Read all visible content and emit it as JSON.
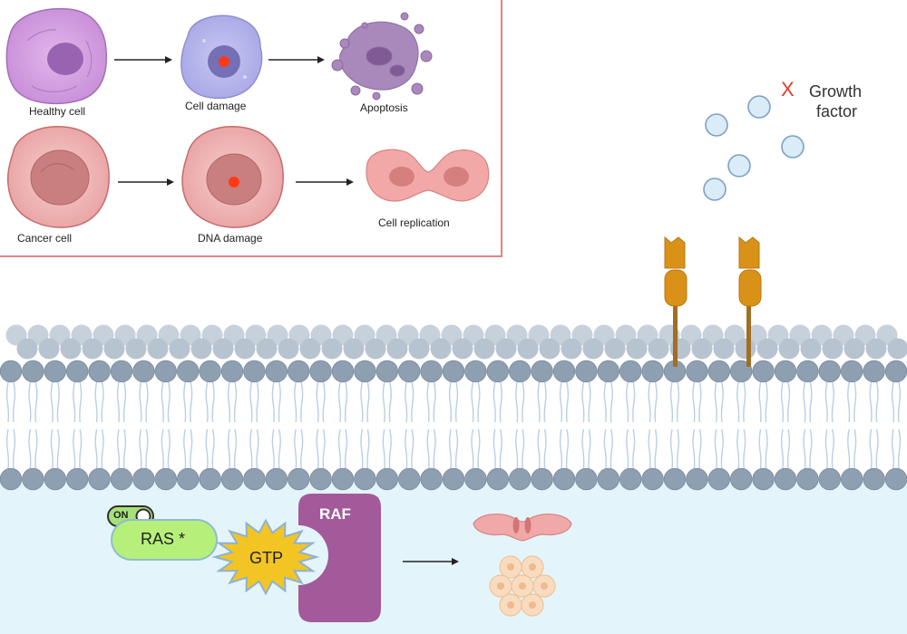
{
  "top_panel": {
    "row1": {
      "healthy": "Healthy cell",
      "damage": "Cell damage",
      "apoptosis": "Apoptosis"
    },
    "row2": {
      "cancer": "Cancer cell",
      "dna": "DNA damage",
      "replication": "Cell replication"
    }
  },
  "growth_factor": {
    "mark": "X",
    "label_line1": "Growth",
    "label_line2": "factor"
  },
  "signaling": {
    "switch": "ON",
    "ras": "RAS *",
    "gtp": "GTP",
    "raf": "RAF"
  },
  "colors": {
    "panel_border": "#e08585",
    "membrane_head": "#8e9fb2",
    "cytoplasm": "#e4f4fb",
    "ras": "#b6f07a",
    "gtp": "#f2c524",
    "raf": "#a25a9a",
    "receptor": "#d99117",
    "x_mark": "#e53b2c"
  }
}
